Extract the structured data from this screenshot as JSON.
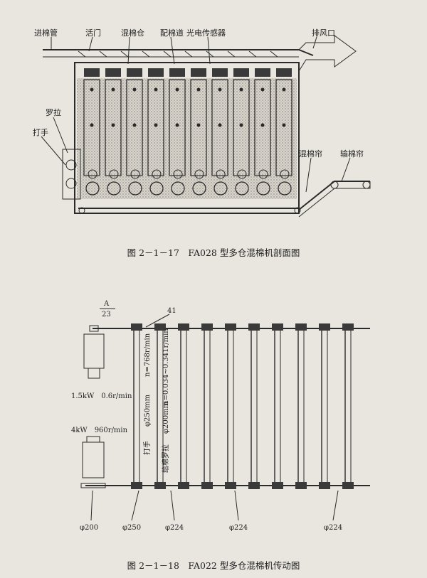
{
  "figure1": {
    "labels": {
      "inlet_pipe": "进棉管",
      "flap": "活门",
      "bin": "混棉仓",
      "channel": "配棉道",
      "sensor": "光电传感器",
      "exhaust": "排风口",
      "roller": "罗拉",
      "beater": "打手",
      "mix_curtain": "混棉帘",
      "convey_curtain": "输棉帘"
    },
    "caption": "图 2－1－17　FA028 型多仓混棉机剖面图"
  },
  "figure2": {
    "labels": {
      "gear_a_top": "A",
      "gear_a_bottom": "23",
      "gear_41": "41",
      "motor_top": "1.5kW　0.6r/min",
      "motor_bottom": "4kW　960r/min",
      "beater_text": "打手",
      "roller_text": "给棉罗拉",
      "beater_dia": "φ250mm",
      "beater_speed": "n=768r/min",
      "roller_dia": "φ200mm",
      "roller_speed": "n=0.034~0.341r/min",
      "d200": "φ200",
      "d250": "φ250",
      "d224a": "φ224",
      "d224b": "φ224",
      "d224c": "φ224"
    },
    "caption": "图 2－1－18　FA022 型多仓混棉机传动图"
  }
}
